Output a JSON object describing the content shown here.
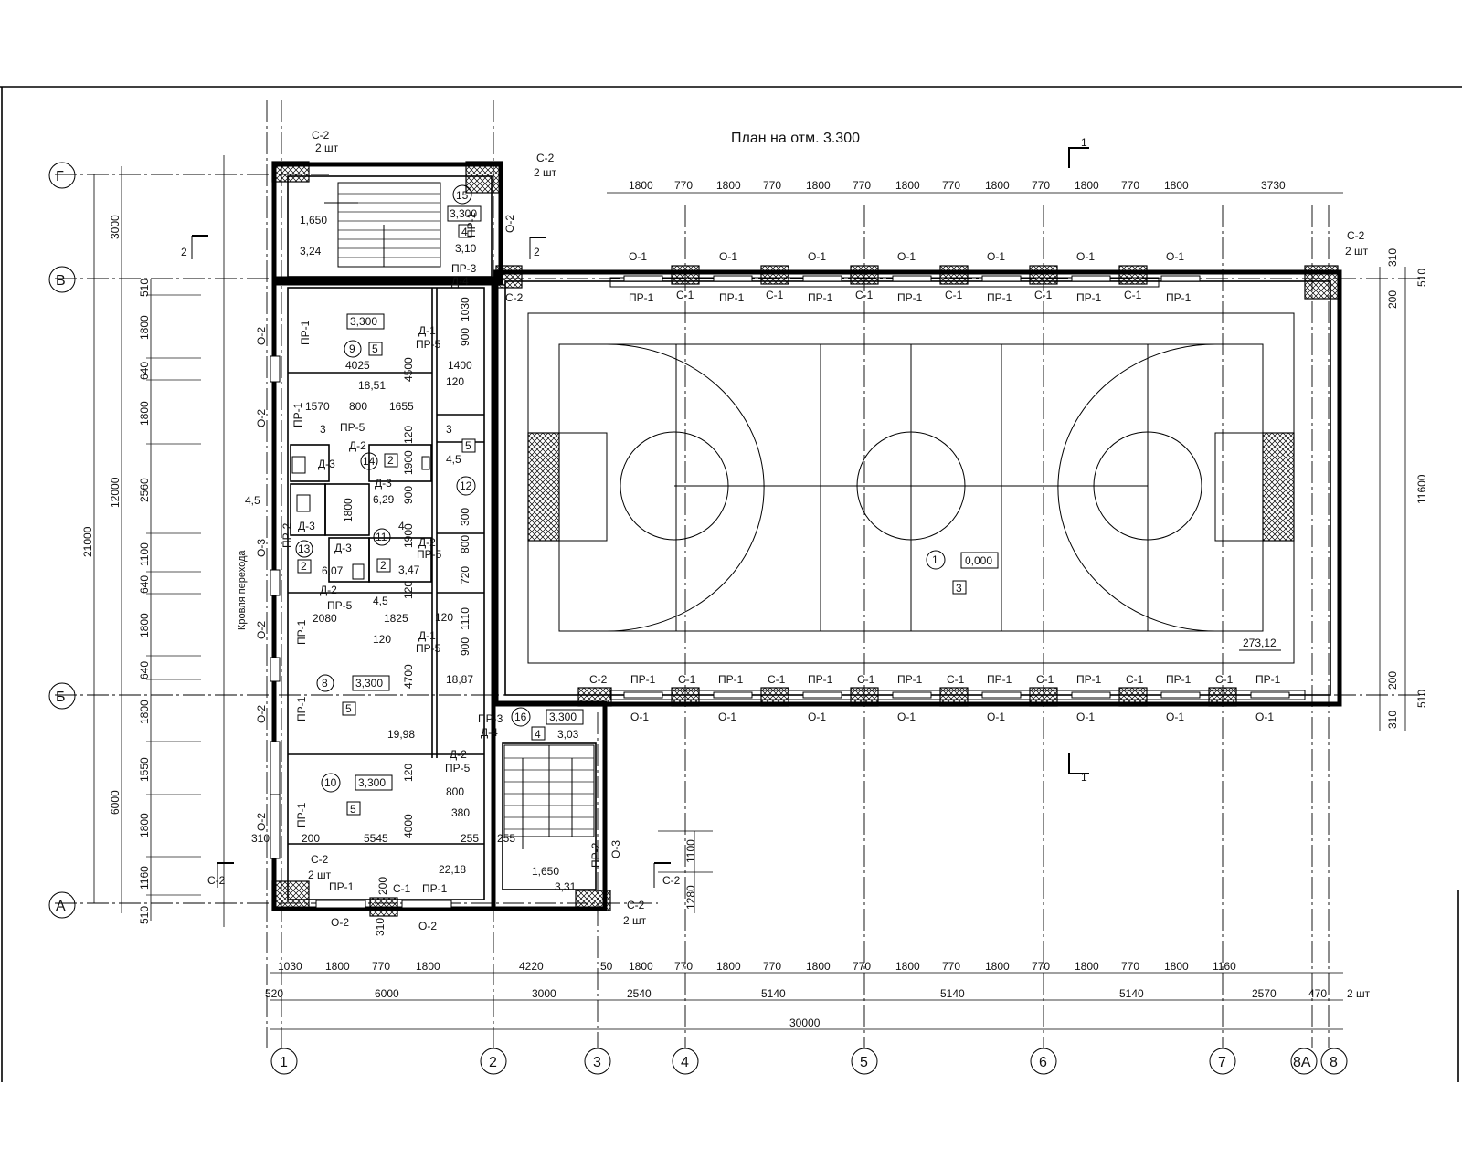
{
  "drawing": {
    "title": "План на отм. 3.300",
    "roof_label": "Кровля перехода"
  },
  "section_mark": "1",
  "axes_rows": [
    "Г",
    "В",
    "Б",
    "А"
  ],
  "axes_cols": [
    "1",
    "2",
    "3",
    "4",
    "5",
    "6",
    "7",
    "8А",
    "8"
  ],
  "dims_top": [
    "1800",
    "770",
    "1800",
    "770",
    "1800",
    "770",
    "1800",
    "770",
    "1800",
    "770",
    "1800",
    "770",
    "1800",
    "3730"
  ],
  "dims_left_outer": [
    "21000"
  ],
  "dims_left_mid": [
    "3000",
    "12000",
    "6000"
  ],
  "dims_left_inner": [
    "510",
    "1800",
    "640",
    "1800",
    "2560",
    "1100",
    "640",
    "1800",
    "640",
    "1800",
    "1550",
    "1800",
    "1160",
    "510"
  ],
  "dims_bottom_1": [
    "1030",
    "1800",
    "770",
    "1800",
    "4220",
    "50",
    "1800",
    "770",
    "1800",
    "770",
    "1800",
    "770",
    "1800",
    "770",
    "1800",
    "770",
    "1800",
    "770",
    "1800",
    "1160"
  ],
  "dims_bottom_2": [
    "520",
    "6000",
    "3000",
    "2540",
    "5140",
    "5140",
    "5140",
    "2570",
    "470"
  ],
  "dims_bottom_3": [
    "30000"
  ],
  "dims_right": [
    "310",
    "510",
    "200",
    "11600",
    "200",
    "510",
    "310"
  ],
  "gym": {
    "room_no": "1",
    "level": "0,000",
    "type": "3",
    "area": "273,12",
    "window_label": "О-1",
    "lintel_label": "ПР-1",
    "column_label": "С-1"
  },
  "rooms": {
    "r15": {
      "no": "15",
      "level": "3,300",
      "type": "4"
    },
    "r9": {
      "no": "9",
      "level": "3,300",
      "type": "5"
    },
    "r8": {
      "no": "8",
      "level": "3,300",
      "type": "5"
    },
    "r10": {
      "no": "10",
      "level": "3,300",
      "type": "5"
    },
    "r16": {
      "no": "16",
      "level": "3,300",
      "type": "4"
    },
    "r12": {
      "no": "12",
      "type": "5"
    },
    "r14": {
      "no": "14",
      "type": "2"
    },
    "r11": {
      "no": "11",
      "type": "2"
    },
    "r13": {
      "no": "13",
      "type": "2"
    }
  },
  "labels": [
    "С-2",
    "2 шт",
    "С-2",
    "2 шт",
    "1,650",
    "3,24",
    "3,10",
    "О-2",
    "ПР-1",
    "ПР-3",
    "Д-4",
    "С-2",
    "С-2",
    "2 шт",
    "ПР-1",
    "О-2",
    "18,51",
    "4025",
    "Д-1",
    "ПР-5",
    "4500",
    "1030",
    "900",
    "1400",
    "120",
    "1570",
    "800",
    "1655",
    "ПР-1",
    "О-2",
    "3",
    "ПР-5",
    "Д-2",
    "120",
    "3",
    "Д-3",
    "4,5",
    "1900",
    "900",
    "4,5",
    "Д-3",
    "6,29",
    "1800",
    "4",
    "Д-3",
    "Д-3",
    "ПР-2",
    "О-3",
    "300",
    "1900",
    "800",
    "720",
    "Д-2",
    "ПР-5",
    "6,07",
    "3,47",
    "120",
    "Д-2",
    "ПР-5",
    "4,5",
    "2080",
    "1825",
    "120",
    "1110",
    "900",
    "ПР-1",
    "О-2",
    "120",
    "Д-1",
    "ПР-5",
    "4700",
    "18,87",
    "ПР-1",
    "О-2",
    "19,98",
    "ПР-3",
    "Д-4",
    "3,03",
    "Д-2",
    "ПР-5",
    "120",
    "800",
    "380",
    "4000",
    "ПР-1",
    "О-2",
    "200",
    "5545",
    "255",
    "255",
    "22,18",
    "310",
    "С-2",
    "2 шт",
    "ПР-1",
    "С-1",
    "ПР-1",
    "О-2",
    "310",
    "200",
    "О-2",
    "1,650",
    "3,31",
    "ПР-2",
    "О-3",
    "С-2",
    "2 шт",
    "1100",
    "1280",
    "С-2",
    "2 шт",
    "С-2",
    "С-2",
    "2",
    "2",
    "3",
    "3"
  ]
}
